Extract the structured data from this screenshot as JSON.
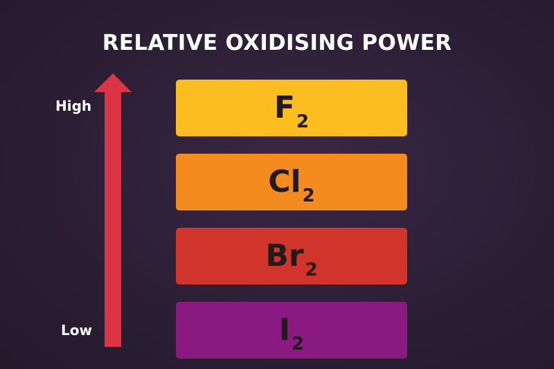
{
  "title": "RELATIVE OXIDISING POWER",
  "axis": {
    "high_label": "High",
    "low_label": "Low",
    "arrow_color": "#dc3444",
    "direction": "up"
  },
  "halogens": [
    {
      "symbol": "F",
      "subscript": "2",
      "color": "#fbbd1f",
      "rank": 1
    },
    {
      "symbol": "Cl",
      "subscript": "2",
      "color": "#f38b1f",
      "rank": 2
    },
    {
      "symbol": "Br",
      "subscript": "2",
      "color": "#d0342a",
      "rank": 3
    },
    {
      "symbol": "I",
      "subscript": "2",
      "color": "#8a1a82",
      "rank": 4
    }
  ],
  "colors": {
    "background": "#2c1f35",
    "title_text": "#ffffff",
    "bar_text": "#231a1e"
  }
}
